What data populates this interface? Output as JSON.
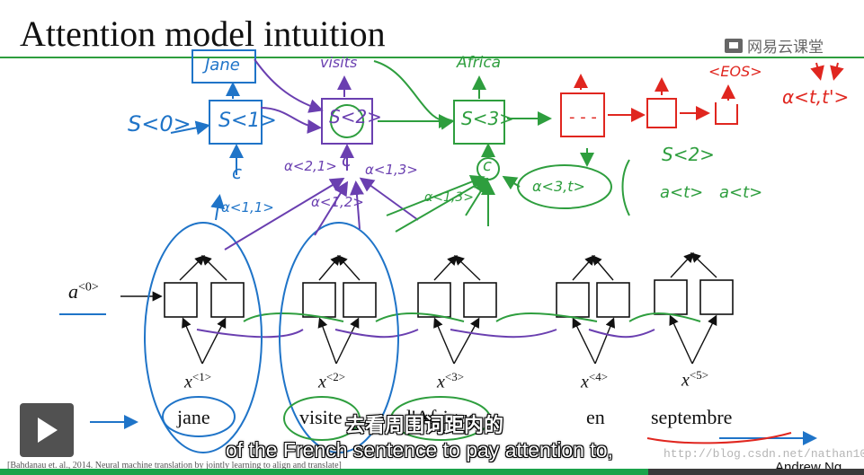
{
  "slide": {
    "title": "Attention model intuition",
    "brand": "网易云课堂",
    "words": [
      "jane",
      "visite",
      "l'Afrique",
      "en",
      "septembre"
    ],
    "x_base": "x",
    "x_sups": [
      "<1>",
      "<2>",
      "<3>",
      "<4>",
      "<5>"
    ],
    "a0_base": "a",
    "a0_sup": "<0>",
    "author": "Andrew Ng",
    "citation": "[Bahdanau et. al., 2014. Neural machine translation by jointly learning to align and translate]",
    "watermark": "http://blog.csdn.net/nathan1025"
  },
  "annotations": {
    "jane_box": "Jane",
    "visits": "visits",
    "africa": "Africa",
    "eos": "<EOS>",
    "s0": "S<0>",
    "s1": "S<1>",
    "s2": "S<2>",
    "s3": "S<3>",
    "c": "c",
    "alpha_11": "α<1,1>",
    "alpha_21": "α<2,1>",
    "alpha_12": "α<1,2>",
    "alpha_13": "α<1,3>",
    "alpha_3t": "α<3,t>",
    "alpha_tt": "α<t,t'>",
    "s2_right": "S<2>",
    "a_t_vec": "a<t>",
    "a_t_arrow": "a<t>"
  },
  "subtitles": {
    "cn": "去看周围词距内的",
    "en": "of the French sentence to pay attention to,"
  },
  "player": {
    "progress": 0.75,
    "play_icon": "play-icon"
  },
  "colors": {
    "blue": "#1f74c8",
    "purple": "#6a3fb0",
    "green": "#2e9e3e",
    "red": "#e0261f",
    "progress": "#1aa34a"
  }
}
